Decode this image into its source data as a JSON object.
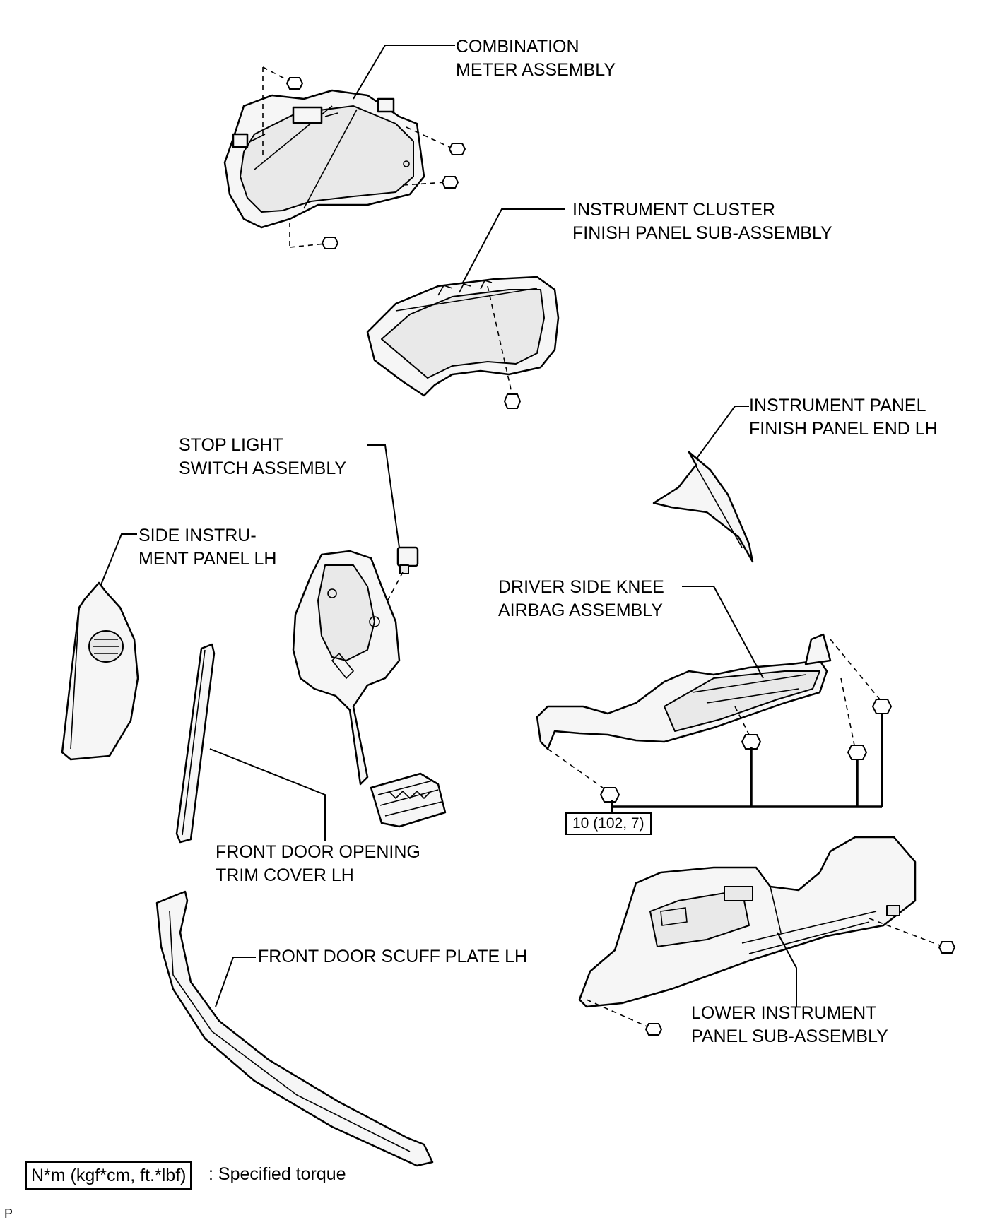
{
  "labels": {
    "combination_meter": [
      "COMBINATION",
      "METER ASSEMBLY"
    ],
    "cluster_finish_panel": [
      "INSTRUMENT CLUSTER",
      "FINISH PANEL SUB-ASSEMBLY"
    ],
    "finish_panel_end": [
      "INSTRUMENT PANEL",
      "FINISH PANEL END LH"
    ],
    "stop_light_switch": [
      "STOP LIGHT",
      "SWITCH ASSEMBLY"
    ],
    "side_instrument_panel": [
      "SIDE INSTRU-",
      "MENT PANEL LH"
    ],
    "knee_airbag": [
      "DRIVER SIDE KNEE",
      "AIRBAG ASSEMBLY"
    ],
    "door_opening_trim": [
      "FRONT DOOR OPENING",
      "TRIM COVER LH"
    ],
    "scuff_plate": [
      "FRONT DOOR SCUFF PLATE LH"
    ],
    "lower_instrument_panel": [
      "LOWER INSTRUMENT",
      "PANEL SUB-ASSEMBLY"
    ]
  },
  "torque_spec": "10 (102, 7)",
  "legend": {
    "unit": "N*m (kgf*cm, ft.*lbf)",
    "description": ": Specified torque"
  },
  "figure_code": "P"
}
